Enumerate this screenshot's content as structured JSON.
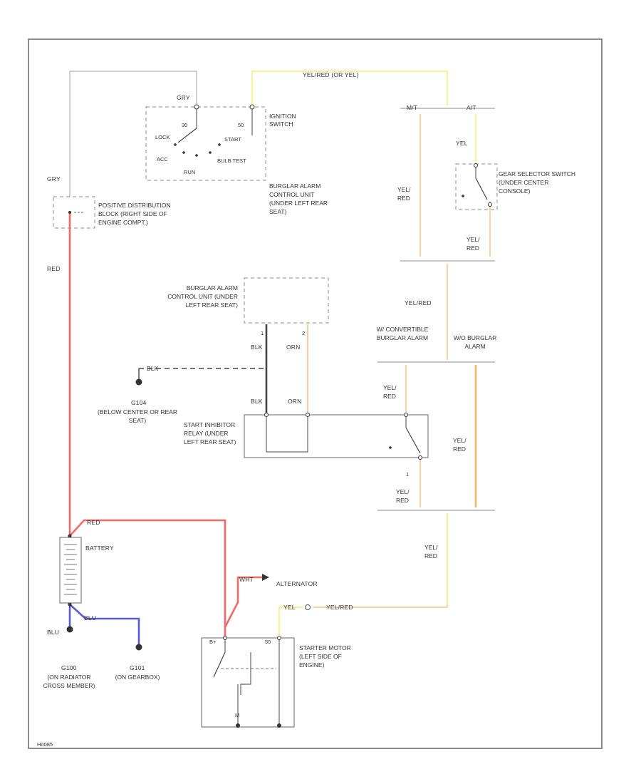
{
  "colors": {
    "wht": "#b0b0b0",
    "yel": "#f2ee4a",
    "yel_red": "#f5b56a",
    "red": "#f06a6a",
    "blk": "#444444",
    "orn": "#f4a85e",
    "blu": "#5a5ad8",
    "frame": "#666666",
    "component": "#888888"
  },
  "wire_labels": {
    "gry_top": "GRY",
    "yel_red_or_yel": "YEL/RED (OR YEL)",
    "gry_left": "GRY",
    "red_left": "RED",
    "mt": "M/T",
    "at": "A/T",
    "yel_gear": "YEL",
    "yel_red_mt": "YEL/ RED",
    "yel_red_gear_bottom": "YEL/ RED",
    "yel_red_mid": "YEL/RED",
    "blk_1": "BLK",
    "orn_1": "ORN",
    "blk_ground": "BLK",
    "blk_2": "BLK",
    "orn_2": "ORN",
    "yel_red_relay_in": "YEL/ RED",
    "yel_red_right": "YEL/ RED",
    "yel_red_relay_out": "YEL/ RED",
    "yel_red_lower": "YEL/ RED",
    "red_battery": "RED",
    "wht_alt": "WHT",
    "yel_starter": "YEL",
    "yel_red_starter": "YEL/RED",
    "blu_left": "BLU",
    "blu_right": "BLU"
  },
  "pin_labels": {
    "relay_blk_pin": "1",
    "relay_orn_pin": "2",
    "relay_out_pin": "1",
    "starter_b": "B+",
    "starter_s": "50",
    "starter_ground": "M"
  },
  "ignition": {
    "label": "IGNITION SWITCH",
    "pos_lock": "LOCK",
    "pos_acc": "ACC",
    "pos_run": "RUN",
    "pos_start": "START",
    "pos_bulb": "BULB TEST",
    "pin_30": "30",
    "pin_50": "50"
  },
  "components": {
    "burglar_top": "BURGLAR ALARM CONTROL UNIT (UNDER LEFT REAR SEAT)",
    "pos_dist": "POSITIVE DISTRIBUTION BLOCK (RIGHT SIDE OF ENGINE COMPT.)",
    "gear_selector": "GEAR SELECTOR SWITCH (UNDER CENTER CONSOLE)",
    "burglar_mid": "BURGLAR ALARM CONTROL UNIT (UNDER LEFT REAR SEAT)",
    "w_conv_alarm": "W/ CONVERTIBLE BURGLAR ALARM",
    "wo_alarm": "W/O BURGLAR ALARM",
    "g104": "G104",
    "g104_loc": "(BELOW CENTER OR REAR SEAT)",
    "start_relay": "START INHIBITOR RELAY (UNDER LEFT REAR SEAT)",
    "battery": "BATTERY",
    "alternator": "ALTERNATOR",
    "starter": "STARTER MOTOR (LEFT SIDE OF ENGINE)",
    "g100": "G100",
    "g100_loc": "(ON RADIATOR CROSS MEMBER)",
    "g101": "G101",
    "g101_loc": "(ON GEARBOX)"
  },
  "footer": {
    "code": "H0085"
  }
}
